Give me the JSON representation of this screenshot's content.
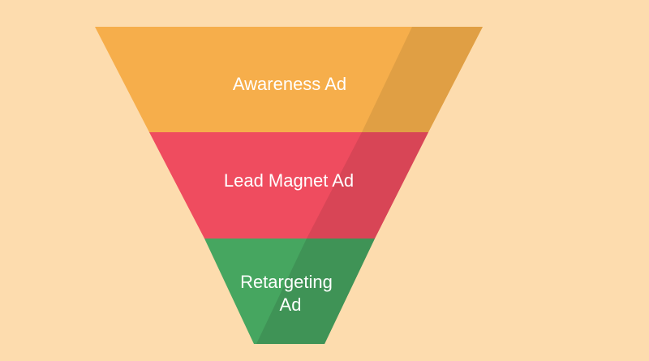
{
  "background_color": "#FDDCAE",
  "funnel": {
    "stages": [
      {
        "label_lines": [
          "Awareness Ad"
        ],
        "color": "#F6AE4B",
        "shade_color": "#E09F44"
      },
      {
        "label_lines": [
          "Lead Magnet Ad"
        ],
        "color": "#EF4C5F",
        "shade_color": "#D84556"
      },
      {
        "label_lines": [
          "Retargeting",
          "Ad"
        ],
        "color": "#46A660",
        "shade_color": "#3F9356"
      }
    ]
  }
}
